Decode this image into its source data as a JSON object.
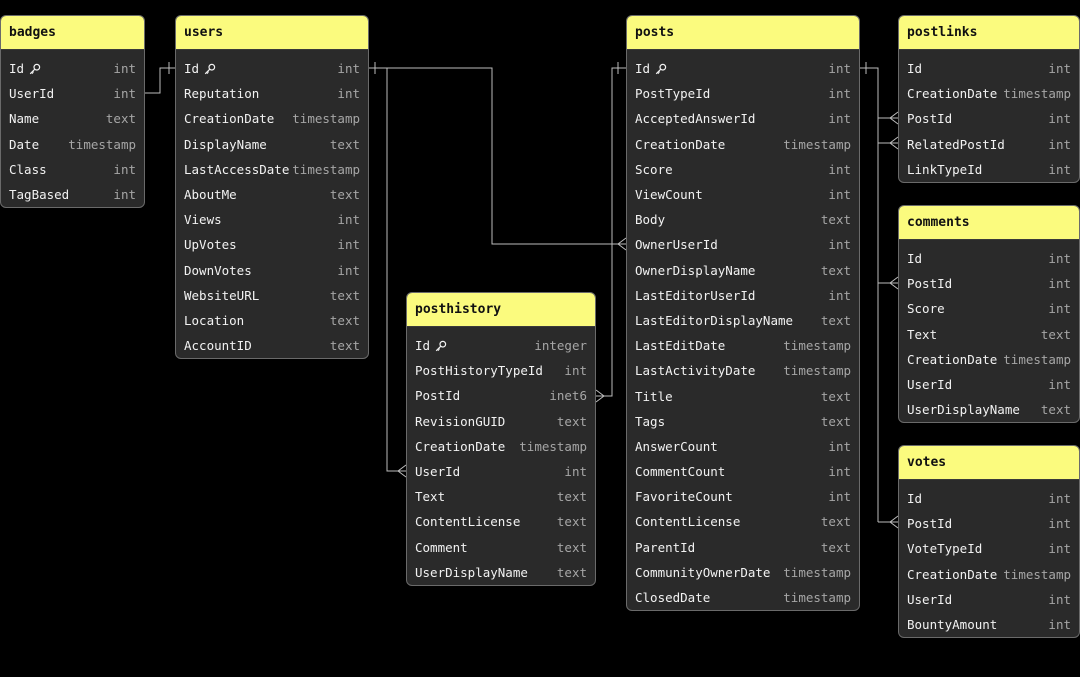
{
  "colors": {
    "background": "#000000",
    "header": "#fbfb7e",
    "table_body": "#2a2a2a",
    "border": "#6a6a6a",
    "field_text": "#f2f2f2",
    "type_text": "#a6a6a6",
    "connector": "#bdbdbd"
  },
  "tables": [
    {
      "name": "badges",
      "fields": [
        {
          "name": "Id",
          "type": "int",
          "pk": true
        },
        {
          "name": "UserId",
          "type": "int"
        },
        {
          "name": "Name",
          "type": "text"
        },
        {
          "name": "Date",
          "type": "timestamp"
        },
        {
          "name": "Class",
          "type": "int"
        },
        {
          "name": "TagBased",
          "type": "int"
        }
      ]
    },
    {
      "name": "users",
      "fields": [
        {
          "name": "Id",
          "type": "int",
          "pk": true
        },
        {
          "name": "Reputation",
          "type": "int"
        },
        {
          "name": "CreationDate",
          "type": "timestamp"
        },
        {
          "name": "DisplayName",
          "type": "text"
        },
        {
          "name": "LastAccessDate",
          "type": "timestamp"
        },
        {
          "name": "AboutMe",
          "type": "text"
        },
        {
          "name": "Views",
          "type": "int"
        },
        {
          "name": "UpVotes",
          "type": "int"
        },
        {
          "name": "DownVotes",
          "type": "int"
        },
        {
          "name": "WebsiteURL",
          "type": "text"
        },
        {
          "name": "Location",
          "type": "text"
        },
        {
          "name": "AccountID",
          "type": "text"
        }
      ]
    },
    {
      "name": "posthistory",
      "fields": [
        {
          "name": "Id",
          "type": "integer",
          "pk": true
        },
        {
          "name": "PostHistoryTypeId",
          "type": "int"
        },
        {
          "name": "PostId",
          "type": "inet6"
        },
        {
          "name": "RevisionGUID",
          "type": "text"
        },
        {
          "name": "CreationDate",
          "type": "timestamp"
        },
        {
          "name": "UserId",
          "type": "int"
        },
        {
          "name": "Text",
          "type": "text"
        },
        {
          "name": "ContentLicense",
          "type": "text"
        },
        {
          "name": "Comment",
          "type": "text"
        },
        {
          "name": "UserDisplayName",
          "type": "text"
        }
      ]
    },
    {
      "name": "posts",
      "fields": [
        {
          "name": "Id",
          "type": "int",
          "pk": true
        },
        {
          "name": "PostTypeId",
          "type": "int"
        },
        {
          "name": "AcceptedAnswerId",
          "type": "int"
        },
        {
          "name": "CreationDate",
          "type": "timestamp"
        },
        {
          "name": "Score",
          "type": "int"
        },
        {
          "name": "ViewCount",
          "type": "int"
        },
        {
          "name": "Body",
          "type": "text"
        },
        {
          "name": "OwnerUserId",
          "type": "int"
        },
        {
          "name": "OwnerDisplayName",
          "type": "text"
        },
        {
          "name": "LastEditorUserId",
          "type": "int"
        },
        {
          "name": "LastEditorDisplayName",
          "type": "text"
        },
        {
          "name": "LastEditDate",
          "type": "timestamp"
        },
        {
          "name": "LastActivityDate",
          "type": "timestamp"
        },
        {
          "name": "Title",
          "type": "text"
        },
        {
          "name": "Tags",
          "type": "text"
        },
        {
          "name": "AnswerCount",
          "type": "int"
        },
        {
          "name": "CommentCount",
          "type": "int"
        },
        {
          "name": "FavoriteCount",
          "type": "int"
        },
        {
          "name": "ContentLicense",
          "type": "text"
        },
        {
          "name": "ParentId",
          "type": "text"
        },
        {
          "name": "CommunityOwnerDate",
          "type": "timestamp"
        },
        {
          "name": "ClosedDate",
          "type": "timestamp"
        }
      ]
    },
    {
      "name": "postlinks",
      "fields": [
        {
          "name": "Id",
          "type": "int"
        },
        {
          "name": "CreationDate",
          "type": "timestamp"
        },
        {
          "name": "PostId",
          "type": "int"
        },
        {
          "name": "RelatedPostId",
          "type": "int"
        },
        {
          "name": "LinkTypeId",
          "type": "int"
        }
      ]
    },
    {
      "name": "comments",
      "fields": [
        {
          "name": "Id",
          "type": "int"
        },
        {
          "name": "PostId",
          "type": "int"
        },
        {
          "name": "Score",
          "type": "int"
        },
        {
          "name": "Text",
          "type": "text"
        },
        {
          "name": "CreationDate",
          "type": "timestamp"
        },
        {
          "name": "UserId",
          "type": "int"
        },
        {
          "name": "UserDisplayName",
          "type": "text"
        }
      ]
    },
    {
      "name": "votes",
      "fields": [
        {
          "name": "Id",
          "type": "int"
        },
        {
          "name": "PostId",
          "type": "int"
        },
        {
          "name": "VoteTypeId",
          "type": "int"
        },
        {
          "name": "CreationDate",
          "type": "timestamp"
        },
        {
          "name": "UserId",
          "type": "int"
        },
        {
          "name": "BountyAmount",
          "type": "int"
        }
      ]
    }
  ]
}
